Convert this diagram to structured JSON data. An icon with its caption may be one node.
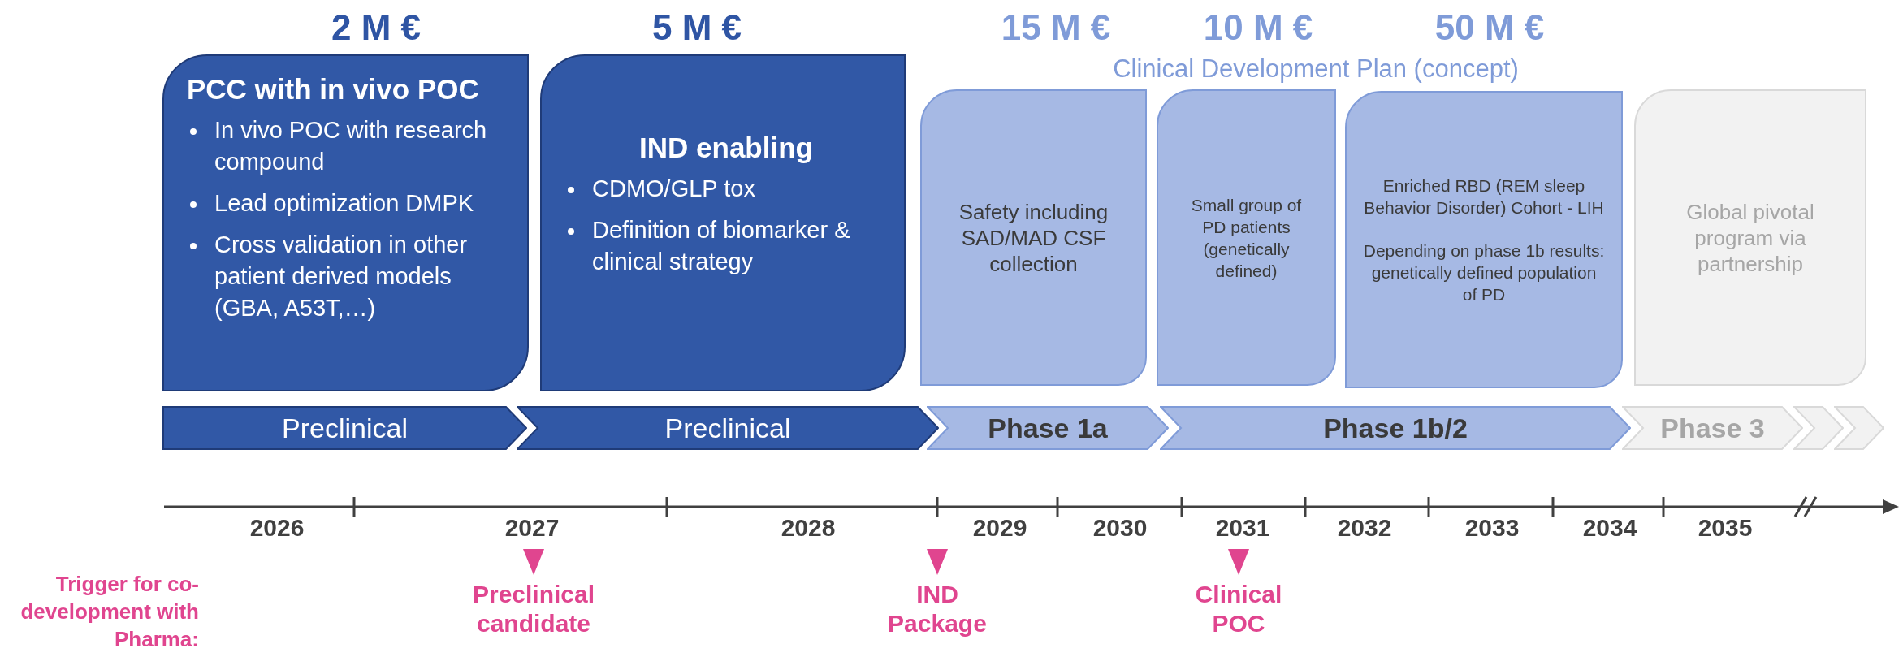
{
  "diagram": {
    "nodes": [
      {
        "text": [
          "PCC with in vivo POC",
          "In vivo POC with research compound",
          "Lead optimization DMPK",
          "Cross validation in other patient derived models (GBA, A53T,…)"
        ],
        "beside": [
          "2 M €"
        ]
      },
      {
        "text": [
          "IND enabling",
          "CDMO/GLP tox",
          "Definition of biomarker & clinical strategy"
        ],
        "beside": [
          "5 M €"
        ]
      },
      {
        "text": [
          "Safety including SAD/MAD CSF collection"
        ],
        "beside": [
          "15 M €"
        ]
      },
      {
        "text": [
          "Small group of PD patients (genetically defined)"
        ],
        "beside": [
          "10 M €"
        ]
      },
      {
        "text": [
          "Enriched RBD (REM sleep Behavior Disorder) Cohort - LIH",
          "Depending on phase 1b results: genetically defined population of PD"
        ],
        "beside": [
          "50 M €"
        ]
      },
      {
        "text": [
          "Global pivotal program via partnership"
        ]
      },
      {
        "text": [
          "Preclinical"
        ]
      },
      {
        "text": [
          "Preclinical"
        ]
      },
      {
        "text": [
          "Phase 1a"
        ]
      },
      {
        "text": [
          "Phase 1b/2"
        ]
      },
      {
        "text": [
          "Phase 3"
        ]
      },
      {
        "text": [],
        "shape": "chevron"
      },
      {
        "text": [],
        "shape": "chevron"
      }
    ],
    "edges": [],
    "labels": [
      "Clinical Development Plan (concept)",
      "2026",
      "2027",
      "2028",
      "2029",
      "2030",
      "2031",
      "2032",
      "2033",
      "2034",
      "2035",
      "Trigger for co-development with Pharma:",
      "Preclinical candidate",
      "IND Package",
      "Clinical POC"
    ]
  }
}
